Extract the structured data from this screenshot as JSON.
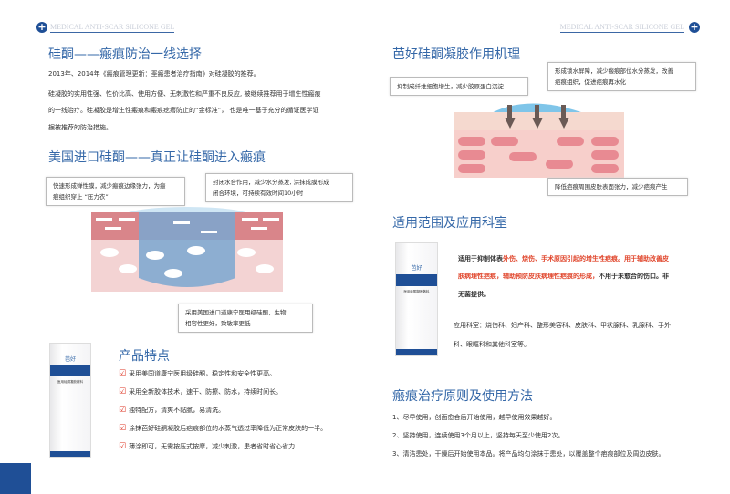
{
  "header": {
    "left": "MEDICAL ANTI-SCAR SILICONE GEL",
    "right": "MEDICAL ANTI-SCAR SILICONE GEL",
    "icon": "plus-circle-icon"
  },
  "left": {
    "s1": {
      "title": "硅酮——瘢痕防治一线选择",
      "p1": "2013年、2014年《瘢痕管理更新：垩瘢患者治疗指南》对硅凝胶的推荐。",
      "p2": "硅凝胶的实用性强、性价比高、使用方便、无刺激性和严重不良反应, 被继续推荐用于增生性瘢痕",
      "p3": "的一线治疗。硅凝胶是增生性瘢痕和瘢痕疙瘩防止的“金标准”， 也是唯一基于充分的循证医学证",
      "p4": "据被推荐的防治措施。"
    },
    "s2": {
      "title": "美国进口硅酮——真正让硅酮进入瘢痕",
      "c1a": "快速形成弹性膜，减少瘢痕边缘张力，为瘢",
      "c1b": "痕组织穿上 “压力衣”",
      "c2a": "封闭水合作用，减少水分蒸发, 涂抹成膜形成",
      "c2b": "闭合环境，可持续有效时间10小时",
      "c3a": "采用美国进口道康宁医用级硅酮，生物",
      "c3b": "相容性更好，致敏率更低"
    },
    "product": {
      "brand": "芭好",
      "name": "医用硅酮凝胶敷料"
    },
    "s3": {
      "title": "产品特点",
      "items": [
        "采用美国道康宁医用级硅酮，稳定性和安全性更高。",
        "采用全新胶体技术，速干、防擦、防水，持续时间长。",
        "独特配方，清爽不黏腻，易清洗。",
        "涂抹芭好硅酮凝胶后疤痕部位的水蒸气透过率降低为正常皮肤的一半。",
        "薄涂即可，无需按压式按摩，减少刺激，患者省时省心省力"
      ]
    }
  },
  "right": {
    "s1": {
      "title": "芭好硅酮凝胶作用机理",
      "c1": "抑制成纤维细胞增生，减少胶原蛋白沉淀",
      "c2a": "形成锁水屏障，减少瘢痕部位水分蒸发，改善",
      "c2b": "疤痕组织，促进疤痕再水化",
      "c3": "降低疤痕周围皮肤表面张力，减少疤痕产生"
    },
    "s2": {
      "title": "适用范围及应用科室",
      "l1a": "适用于抑制体表",
      "l1b": "外伤、烧伤、手术原因引起的增生性疤痕。用于辅助改善皮",
      "l2a": "肤病理性疤痕，辅助预防皮肤病理性疤痕的形成，",
      "l2b": "不用于未愈合的伤口。非",
      "l3": "无菌提供。",
      "d1": "应用科室：烧伤科、妇产科、整形美容科、皮肤科、甲状腺科、乳腺科、手外",
      "d2": "科、眼眶科和其他科室等。"
    },
    "s3": {
      "title": "瘢痕治疗原则及使用方法",
      "items": [
        "1、尽早使用，创面愈合后开始使用，越早使用效果越好。",
        "2、坚持使用，连续使用3个月以上，坚持每天至少使用2次。",
        "3、清洁患处，干燥后开始使用本品。将产品均匀涂抹于患处，以覆盖整个疤痕部位及周边皮肤。"
      ]
    }
  },
  "colors": {
    "accent": "#3568a8",
    "navy": "#1f4f96",
    "red": "#e0452b"
  }
}
